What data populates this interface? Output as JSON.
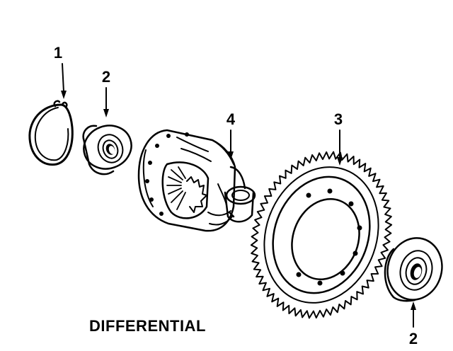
{
  "diagram": {
    "caption": "DIFFERENTIAL",
    "callouts": [
      {
        "id": "snap-ring",
        "label": "1"
      },
      {
        "id": "bearing-left",
        "label": "2"
      },
      {
        "id": "case",
        "label": "4"
      },
      {
        "id": "ring-gear",
        "label": "3"
      },
      {
        "id": "bearing-right",
        "label": "2"
      }
    ]
  }
}
